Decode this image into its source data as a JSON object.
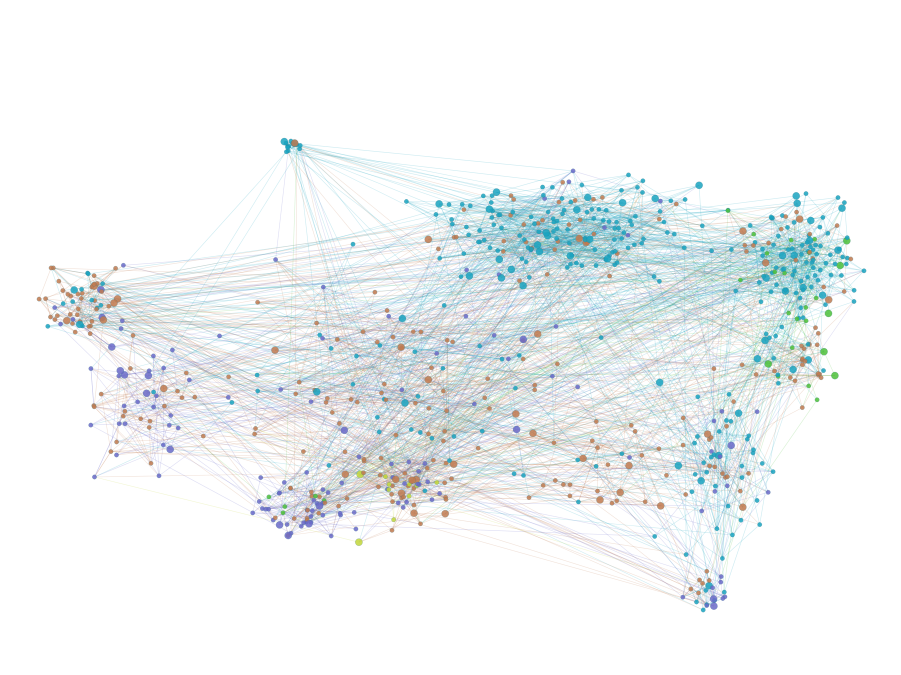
{
  "graph": {
    "type": "force-directed network",
    "background": "#ffffff",
    "edge_opacity": 0.22,
    "clusters": [
      {
        "name": "teal",
        "color": "#1aa3c0"
      },
      {
        "name": "orange",
        "color": "#c07a50"
      },
      {
        "name": "purple",
        "color": "#6a6ac8"
      },
      {
        "name": "green",
        "color": "#4cbf3a"
      },
      {
        "name": "yellow-green",
        "color": "#c2d63a"
      }
    ]
  }
}
